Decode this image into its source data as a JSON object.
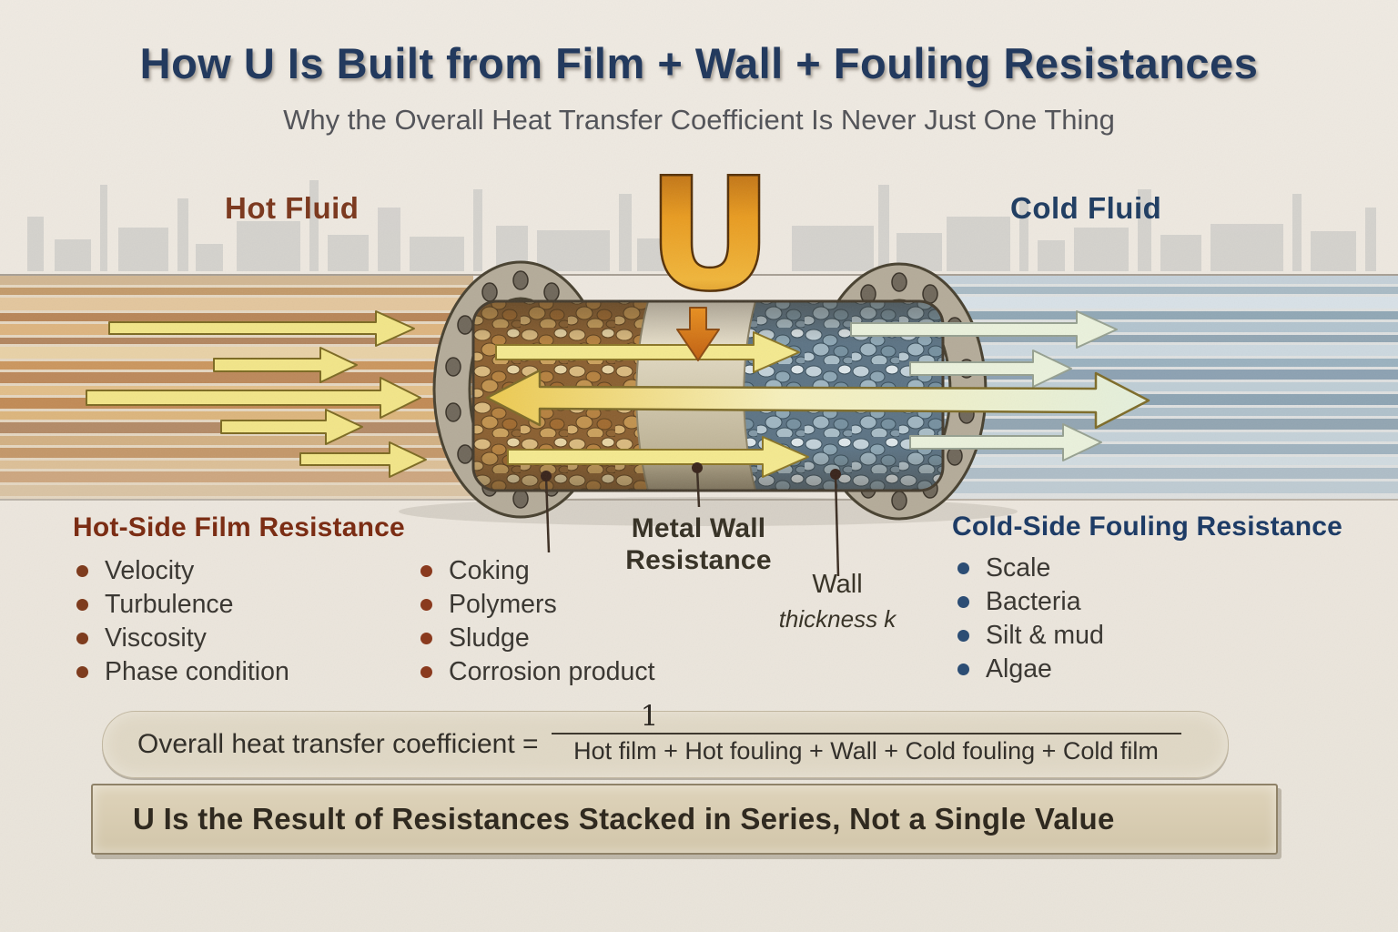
{
  "header": {
    "title": "How U Is Built from Film + Wall + Fouling Resistances",
    "subtitle": "Why the Overall Heat Transfer Coefficient Is Never Just One Thing"
  },
  "scene": {
    "hot_fluid_label": "Hot Fluid",
    "cold_fluid_label": "Cold Fluid",
    "u_symbol": "U"
  },
  "sections": {
    "hot_film": {
      "heading": "Hot-Side Film Resistance",
      "items": [
        "Velocity",
        "Turbulence",
        "Viscosity",
        "Phase condition"
      ]
    },
    "hot_fouling": {
      "items": [
        "Coking",
        "Polymers",
        "Sludge",
        "Corrosion product"
      ]
    },
    "metal_wall": {
      "heading_line1": "Metal Wall",
      "heading_line2": "Resistance"
    },
    "wall_thickness": {
      "line1": "Wall",
      "line2": "thickness k"
    },
    "cold_fouling": {
      "heading": "Cold-Side Fouling Resistance",
      "items": [
        "Scale",
        "Bacteria",
        "Silt & mud",
        "Algae"
      ]
    }
  },
  "formula": {
    "label": "Overall heat transfer coefficient =",
    "numerator": "1",
    "denominator": "Hot film + Hot fouling + Wall + Cold fouling + Cold film"
  },
  "footer": {
    "banner": "U Is the Result of Resistances Stacked in Series, Not a Single Value"
  },
  "colors": {
    "title_navy": "#233a5e",
    "hot_accent": "#7b2d14",
    "cold_accent": "#1e3c66",
    "wall_text": "#393428",
    "u_orange": "#e89b20",
    "arrow_yellow": "#f4e98f",
    "arrow_pale": "#eaf1dc",
    "formula_bg": "#d3c7aa",
    "banner_bg": "#d8cdb2"
  }
}
